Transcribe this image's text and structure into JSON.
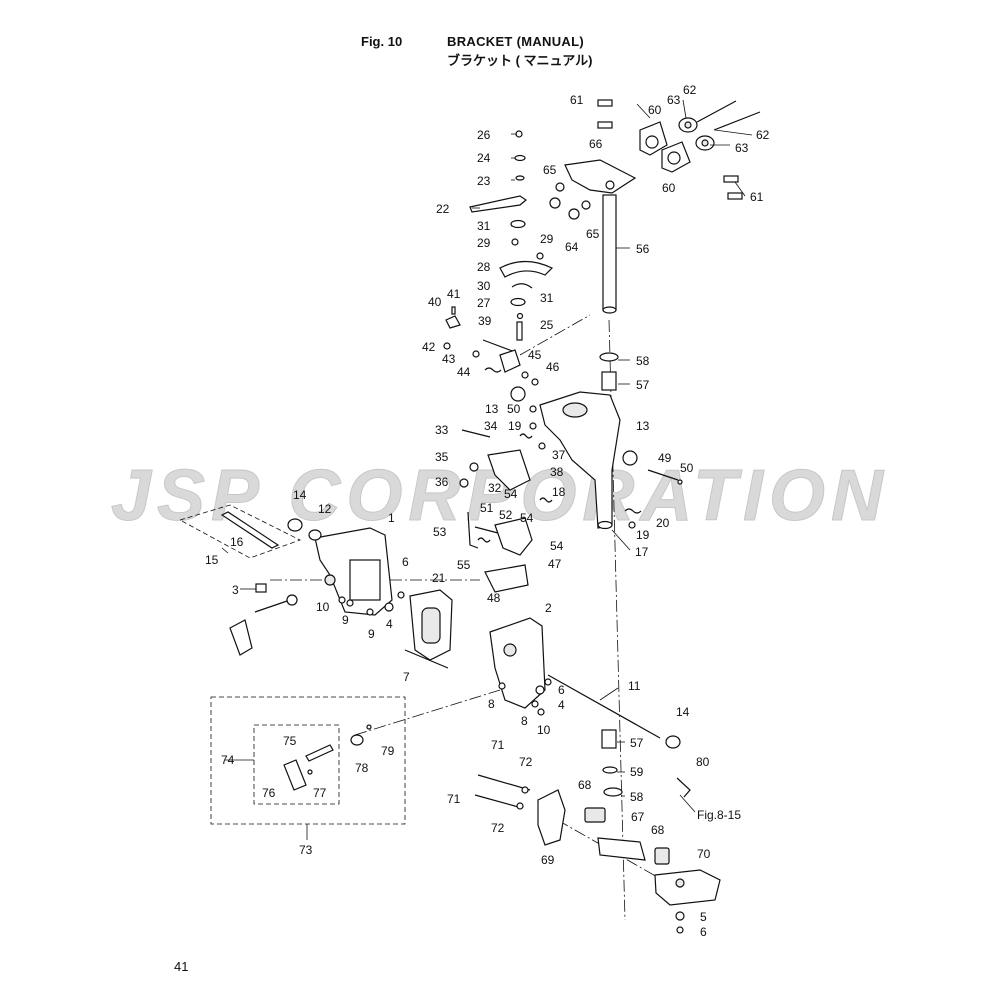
{
  "header": {
    "fig_number": "Fig. 10",
    "title_en": "BRACKET (MANUAL)",
    "title_ja": "ブラケット ( マニュアル)"
  },
  "watermark": "JSP CORPORATION",
  "page_number": "41",
  "callouts": [
    "1",
    "2",
    "3",
    "4",
    "4",
    "5",
    "6",
    "6",
    "6",
    "7",
    "8",
    "8",
    "9",
    "9",
    "10",
    "10",
    "11",
    "12",
    "13",
    "13",
    "14",
    "14",
    "15",
    "16",
    "17",
    "18",
    "19",
    "19",
    "20",
    "21",
    "22",
    "23",
    "24",
    "25",
    "26",
    "27",
    "28",
    "29",
    "29",
    "30",
    "31",
    "31",
    "32",
    "33",
    "34",
    "35",
    "36",
    "37",
    "38",
    "39",
    "40",
    "41",
    "42",
    "43",
    "44",
    "45",
    "46",
    "47",
    "48",
    "49",
    "50",
    "50",
    "51",
    "52",
    "53",
    "54",
    "54",
    "54",
    "55",
    "56",
    "57",
    "57",
    "58",
    "58",
    "59",
    "60",
    "60",
    "61",
    "61",
    "62",
    "62",
    "63",
    "63",
    "64",
    "65",
    "65",
    "66",
    "67",
    "68",
    "68",
    "69",
    "70",
    "71",
    "71",
    "72",
    "72",
    "73",
    "74",
    "75",
    "76",
    "77",
    "78",
    "79",
    "80"
  ],
  "reference_label": "Fig.8-15"
}
